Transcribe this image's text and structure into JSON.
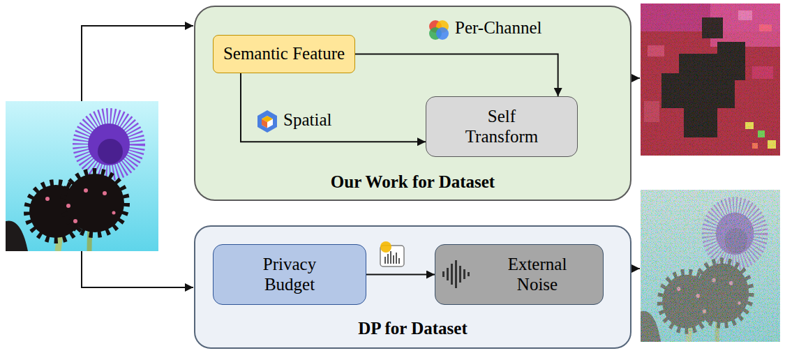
{
  "diagram": {
    "nodes": [
      {
        "text": [
          "Our Work for Dataset"
        ]
      },
      {
        "text": [
          "Semantic Feature"
        ],
        "in": 0
      },
      {
        "text": [
          "Self Transform"
        ],
        "in": 0
      },
      {
        "text": [
          "DP for Dataset"
        ]
      },
      {
        "text": [
          "Privacy Budget"
        ],
        "in": 3
      },
      {
        "text": [
          "External Noise"
        ],
        "in": 3
      }
    ],
    "edges": [
      {
        "from": 1,
        "to": 2,
        "label": "Per-Channel",
        "arrow": "to"
      },
      {
        "from": 1,
        "to": 2,
        "label": "Spatial",
        "arrow": "to"
      },
      {
        "from": 4,
        "to": 5,
        "arrow": "to"
      }
    ]
  }
}
